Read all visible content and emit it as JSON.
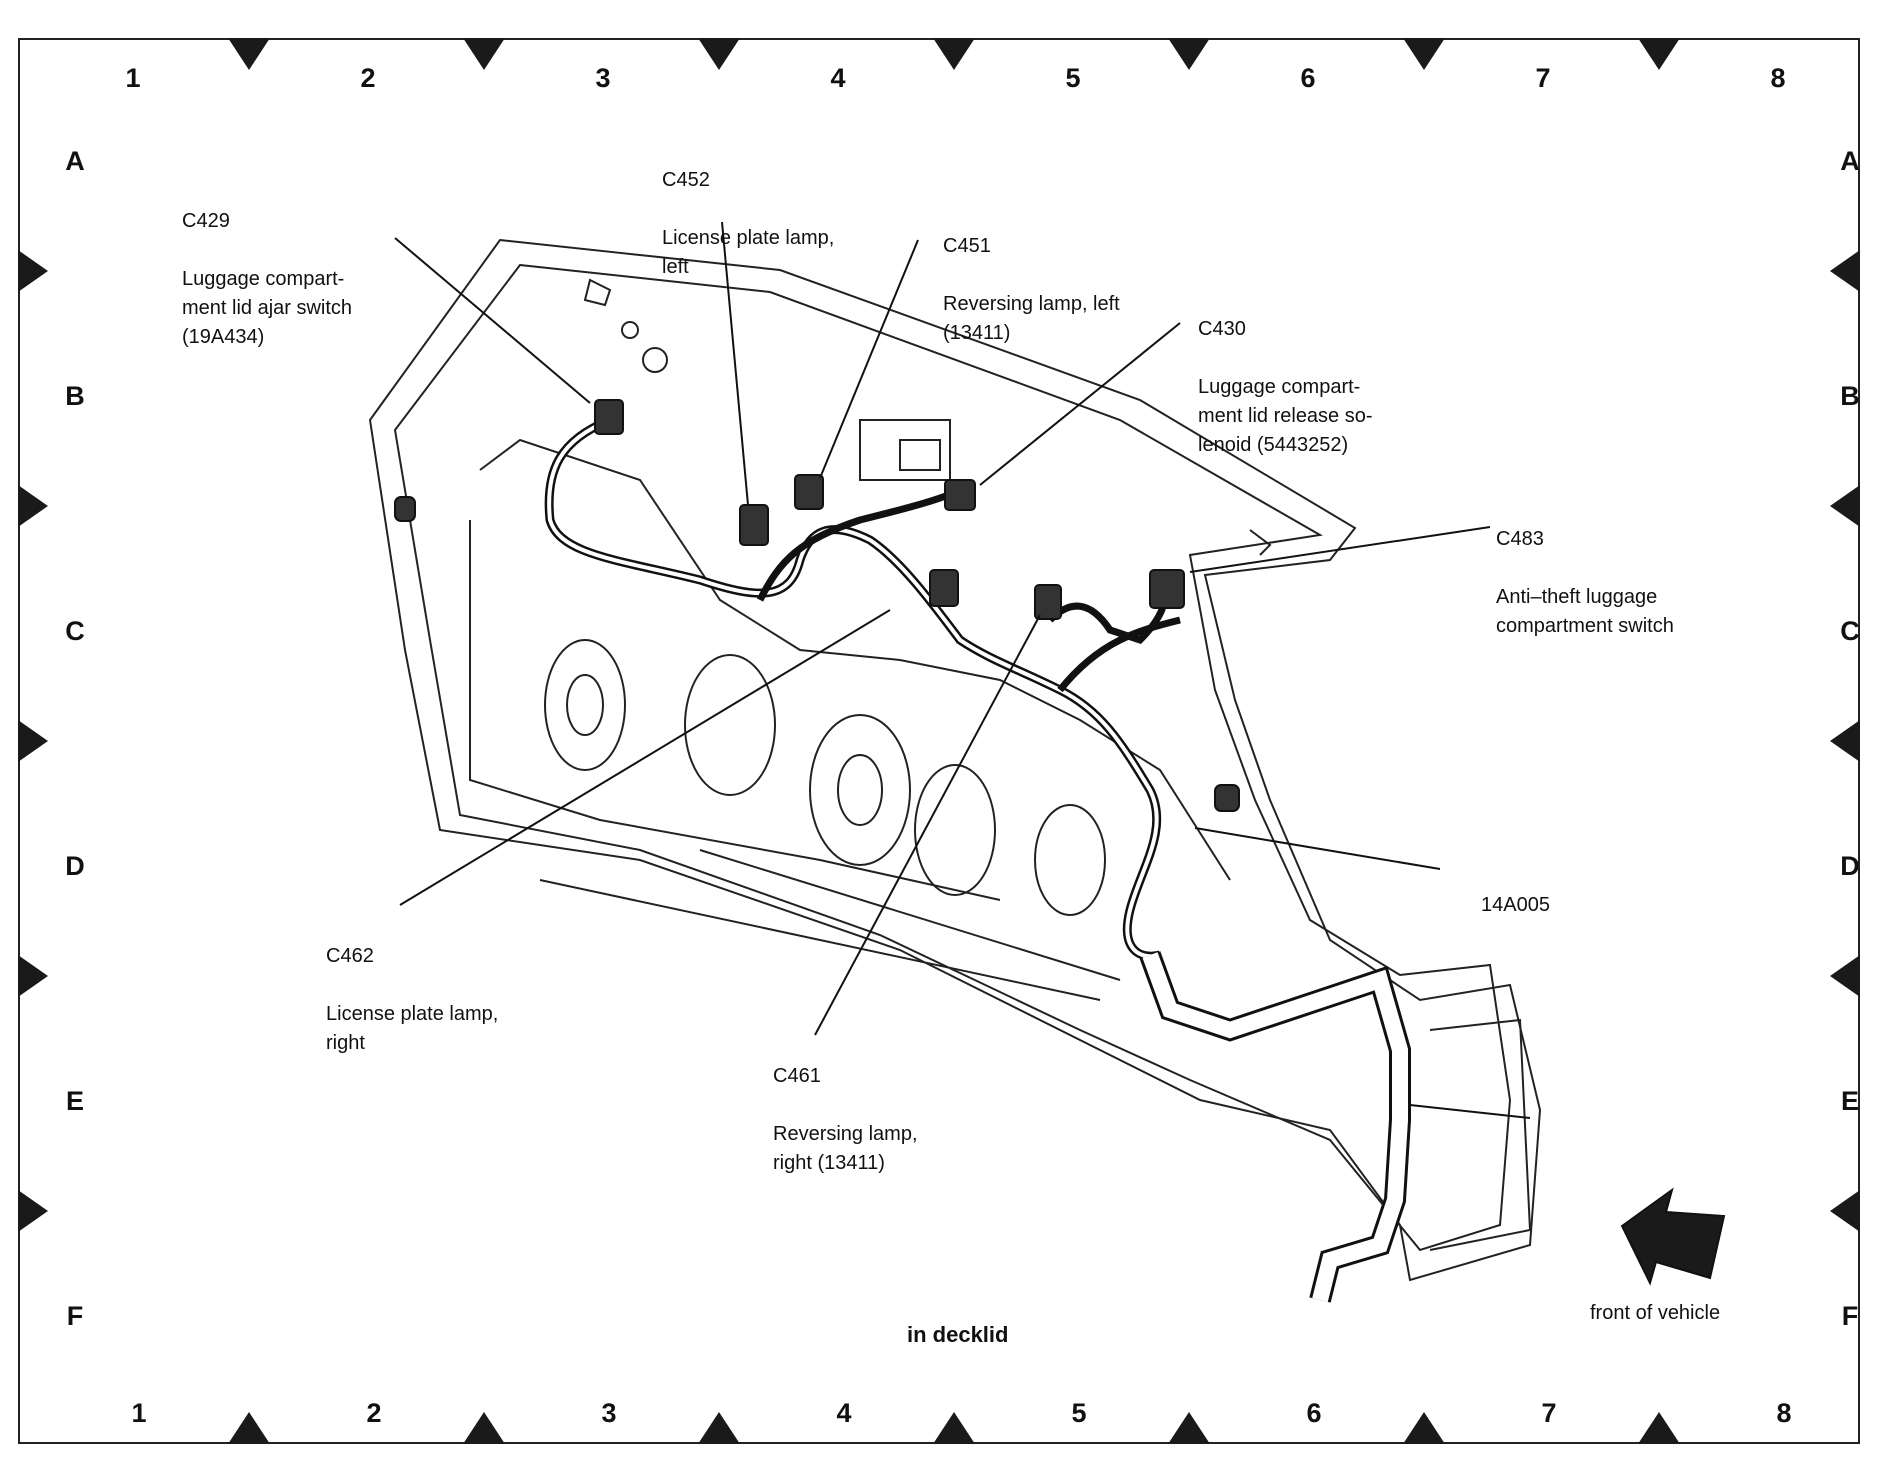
{
  "grid": {
    "columns": [
      "1",
      "2",
      "3",
      "4",
      "5",
      "6",
      "7",
      "8"
    ],
    "rows": [
      "A",
      "B",
      "C",
      "D",
      "E",
      "F"
    ]
  },
  "callouts": {
    "c429": {
      "code": "C429",
      "desc": "Luggage compart-\nment lid ajar switch\n(19A434)"
    },
    "c452": {
      "code": "C452",
      "desc": "License plate lamp,\nleft"
    },
    "c451": {
      "code": "C451",
      "desc": "Reversing lamp, left\n(13411)"
    },
    "c430": {
      "code": "C430",
      "desc": "Luggage compart-\nment lid release so-\nlenoid (5443252)"
    },
    "c483": {
      "code": "C483",
      "desc": "Anti–theft luggage\ncompartment switch"
    },
    "harness": {
      "code": "14A005"
    },
    "c462": {
      "code": "C462",
      "desc": "License plate lamp,\nright"
    },
    "c461": {
      "code": "C461",
      "desc": "Reversing lamp,\nright (13411)"
    }
  },
  "caption": "in decklid",
  "front_note": "front of vehicle"
}
